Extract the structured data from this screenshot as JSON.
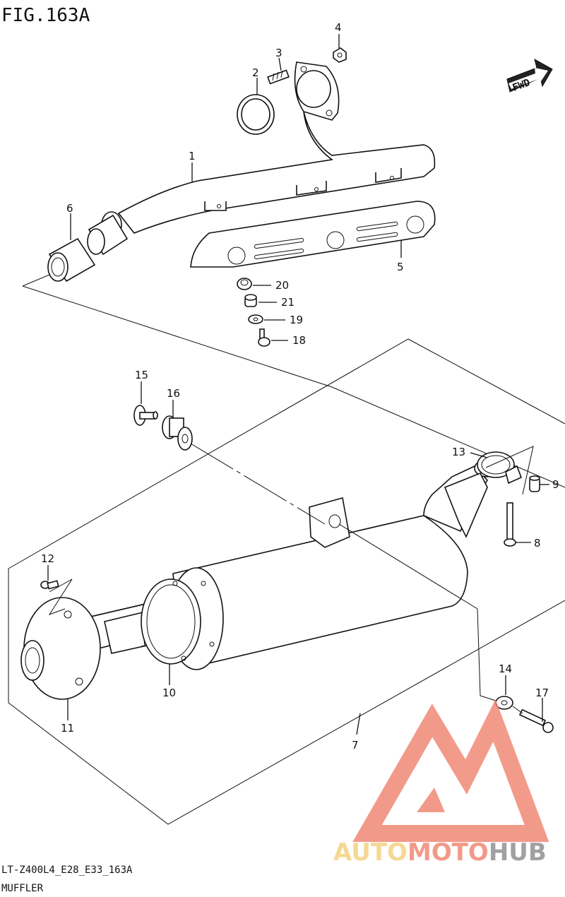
{
  "figure": {
    "title": "FIG.163A"
  },
  "fwd_label": "FWD",
  "callouts": {
    "p1": "1",
    "p2": "2",
    "p3": "3",
    "p4": "4",
    "p5": "5",
    "p6": "6",
    "p7": "7",
    "p8": "8",
    "p9": "9",
    "p10": "10",
    "p11": "11",
    "p12": "12",
    "p13": "13",
    "p14": "14",
    "p15": "15",
    "p16": "16",
    "p17": "17",
    "p18": "18",
    "p19": "19",
    "p20": "20",
    "p21": "21"
  },
  "footer": {
    "model_code": "LT-Z400L4_E28_E33_163A",
    "section_name": "MUFFLER"
  },
  "watermark": {
    "brand": "AUTOMOTOHUB",
    "colors": {
      "accent": "#f0826e",
      "yellow": "#f5cf7a",
      "gray": "#8a8a8a"
    }
  }
}
